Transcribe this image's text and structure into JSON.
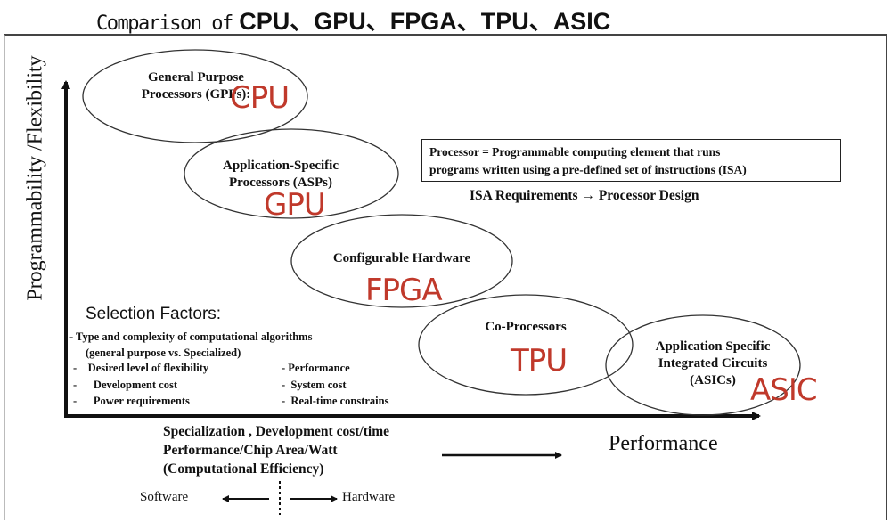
{
  "title": {
    "prefix": "Comparison of",
    "rest": "CPU、GPU、FPGA、TPU、ASIC"
  },
  "y_axis_label": "Programmability /Flexibility",
  "ellipses": [
    {
      "label": "General Purpose Processors (GPPs):",
      "chip": "CPU"
    },
    {
      "label": "Application-Specific Processors (ASPs)",
      "chip": "GPU"
    },
    {
      "label": "Configurable Hardware",
      "chip": "FPGA"
    },
    {
      "label": "Co-Processors",
      "chip": "TPU"
    },
    {
      "label": "Application Specific Integrated Circuits (ASICs)",
      "chip": "ASIC"
    }
  ],
  "note": {
    "line1": "Processor = Programmable computing element that runs",
    "line2": "programs written using a pre-defined set of instructions (ISA)"
  },
  "isa_line": "ISA Requirements → Processor Design",
  "selection": {
    "title": "Selection Factors:",
    "item1": "- Type and complexity of computational algorithms",
    "item1_sub": "(general purpose vs. Specialized)",
    "left": [
      "Desired level of flexibility",
      "Development cost",
      "Power requirements"
    ],
    "right": [
      "Performance",
      "System cost",
      "Real-time constrains"
    ]
  },
  "x_axis": {
    "line1": "Specialization , Development cost/time",
    "line2": "Performance/Chip Area/Watt",
    "line3": "(Computational Efficiency)",
    "right_label": "Performance"
  },
  "software_label": "Software",
  "hardware_label": "Hardware"
}
